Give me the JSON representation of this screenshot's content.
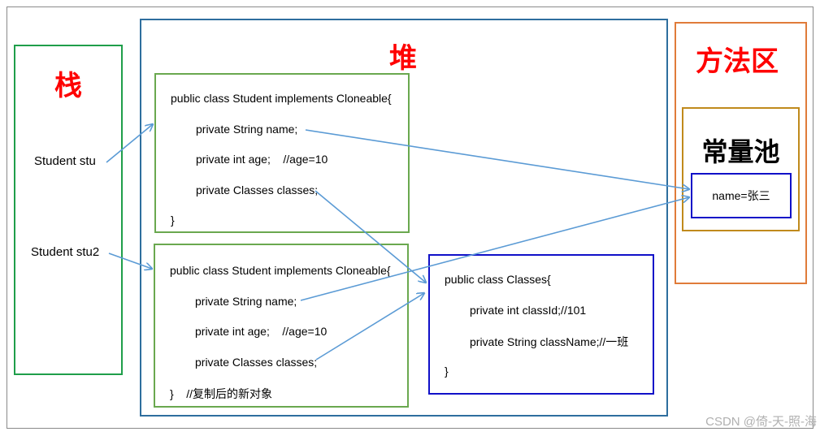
{
  "regions": {
    "stack_title": "栈",
    "heap_title": "堆",
    "method_area_title": "方法区",
    "constant_pool_title": "常量池"
  },
  "stack_vars": {
    "stu": "Student stu",
    "stu2": "Student stu2"
  },
  "student_box_1": {
    "lines": [
      "public class Student implements Cloneable{",
      "private String name;",
      "private int age;    //age=10",
      "private Classes classes;",
      "}"
    ]
  },
  "student_box_2": {
    "lines": [
      "public class Student implements Cloneable{",
      "private String name;",
      "private int age;    //age=10",
      "private Classes classes;",
      "}    //复制后的新对象"
    ]
  },
  "classes_box": {
    "lines": [
      "public class Classes{",
      "private int classId;//101",
      "private String className;//一班",
      "}"
    ]
  },
  "constant_pool": {
    "name_value": "name=张三"
  },
  "watermark": "CSDN @倚-天-照-海",
  "colors": {
    "region_title": "#ff0000",
    "stack_border": "#1f9e4a",
    "heap_border": "#2e6e9e",
    "method_border": "#e07b39",
    "pool_border": "#c08a1c",
    "student_border": "#6aa84f",
    "classes_border": "#1010c8",
    "arrow": "#5b9bd5"
  }
}
